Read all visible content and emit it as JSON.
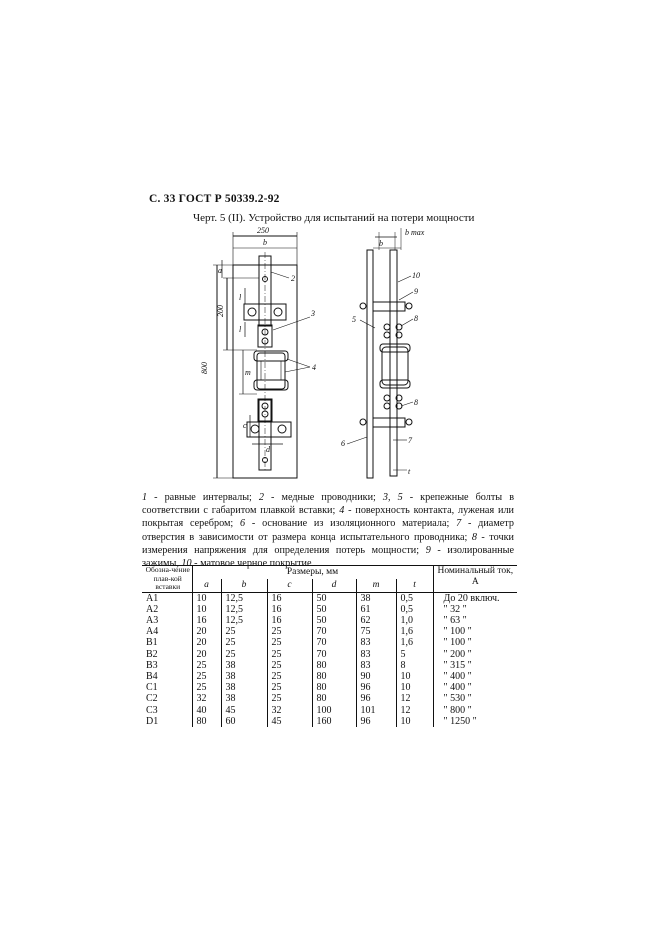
{
  "header": "С. 33 ГОСТ Р 50339.2-92",
  "figure": {
    "title": "Черт. 5 (II). Устройство для испытаний на потери мощности",
    "labels": {
      "dim_250": "250",
      "dim_800": "800",
      "dim_200": "200",
      "a": "a",
      "b": "b",
      "c": "c",
      "d": "d",
      "m": "m",
      "l": "l",
      "t": "t",
      "bmax": "b max",
      "n2": "2",
      "n3": "3",
      "n4": "4",
      "n5": "5",
      "n6": "6",
      "n7": "7",
      "n8a": "8",
      "n8b": "8",
      "n9": "9",
      "n10": "10"
    }
  },
  "legend": [
    {
      "num": "1",
      "text": " - равные интервалы; "
    },
    {
      "num": "2",
      "text": " - медные проводники; "
    },
    {
      "num": "3, 5",
      "text": " - крепежные болты в соответствии с габаритом плавкой вставки; "
    },
    {
      "num": "4",
      "text": " - поверхность контакта, луженая или покрытая серебром; "
    },
    {
      "num": "6",
      "text": " - основание из изоляционного материала; "
    },
    {
      "num": "7",
      "text": " - диаметр отверстия в зависимости от размера конца испытательного проводника; "
    },
    {
      "num": "8",
      "text": " - точки измерения напряжения для определения потерь мощности; "
    },
    {
      "num": "9",
      "text": " - изолированные зажимы, "
    },
    {
      "num": "10",
      "text": " - матовое черное покрытие"
    }
  ],
  "table": {
    "head_designation": "Обозна-чение плав-кой вставки",
    "head_sizes": "Размеры, мм",
    "head_current": "Номинальный ток, А",
    "columns": [
      "a",
      "b",
      "c",
      "d",
      "m",
      "t"
    ],
    "rows": [
      [
        "A1",
        "10",
        "12,5",
        "16",
        "50",
        "38",
        "0,5",
        "До 20 включ."
      ],
      [
        "A2",
        "10",
        "12,5",
        "16",
        "50",
        "61",
        "0,5",
        "\"  32  \""
      ],
      [
        "A3",
        "16",
        "12,5",
        "16",
        "50",
        "62",
        "1,0",
        "\"  63  \""
      ],
      [
        "A4",
        "20",
        "25",
        "25",
        "70",
        "75",
        "1,6",
        "\"  100  \""
      ],
      [
        "B1",
        "20",
        "25",
        "25",
        "70",
        "83",
        "1,6",
        "\"  100  \""
      ],
      [
        "B2",
        "20",
        "25",
        "25",
        "70",
        "83",
        "5",
        "\"  200  \""
      ],
      [
        "B3",
        "25",
        "38",
        "25",
        "80",
        "83",
        "8",
        "\"  315  \""
      ],
      [
        "B4",
        "25",
        "38",
        "25",
        "80",
        "90",
        "10",
        "\"  400  \""
      ],
      [
        "C1",
        "25",
        "38",
        "25",
        "80",
        "96",
        "10",
        "\"  400  \""
      ],
      [
        "C2",
        "32",
        "38",
        "25",
        "80",
        "96",
        "12",
        "\"  530  \""
      ],
      [
        "C3",
        "40",
        "45",
        "32",
        "100",
        "101",
        "12",
        "\"  800  \""
      ],
      [
        "D1",
        "80",
        "60",
        "45",
        "160",
        "96",
        "10",
        "\" 1250  \""
      ]
    ]
  }
}
